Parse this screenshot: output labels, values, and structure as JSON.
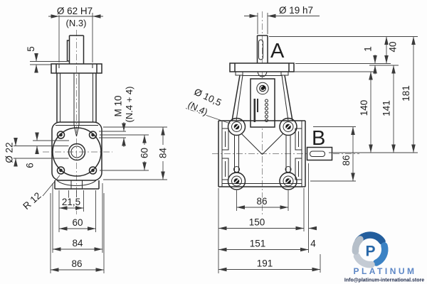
{
  "views": {
    "front": {
      "dia62": "Ø 62 H7",
      "n3": "(N.3)",
      "d5": "5",
      "dia22": "Ø 22",
      "d6": "6",
      "r12": "R 12",
      "m10": "M 10",
      "m10_note": "(N.4 + 4)",
      "d21_5": "21,5",
      "d60_bottom": "60",
      "d84_bottom": "84",
      "d86_bottom": "86",
      "d60_right": "60",
      "d84_right": "84"
    },
    "side": {
      "dia19": "Ø 19 h7",
      "label_a": "A",
      "label_b": "B",
      "dia10_5": "Ø 10,5",
      "n4": "(N.4)",
      "d1": "1",
      "d40": "40",
      "d140": "140",
      "d141": "141",
      "d181": "181",
      "d86_right": "86",
      "d86_bottom": "86",
      "d150": "150",
      "d151": "151",
      "d4": "4",
      "d191": "191"
    }
  },
  "branding": {
    "initial": "P",
    "name": "PLATINUM",
    "email": "Info@platinum-international.store"
  }
}
